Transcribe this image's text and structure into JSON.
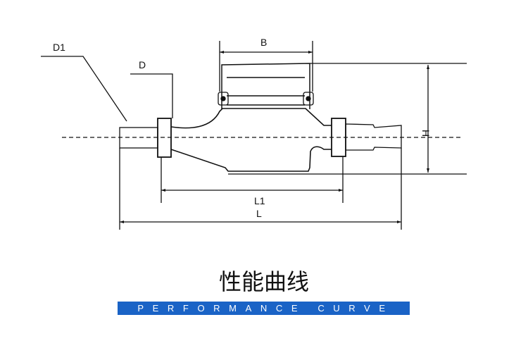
{
  "diagram": {
    "labels": {
      "d1": "D1",
      "d": "D",
      "b": "B",
      "h": "H",
      "l1": "L1",
      "l": "L"
    }
  },
  "section": {
    "title": "性能曲线",
    "subtitle": "PERFORMANCE CURVE",
    "accent_color": "#1a63c6"
  }
}
